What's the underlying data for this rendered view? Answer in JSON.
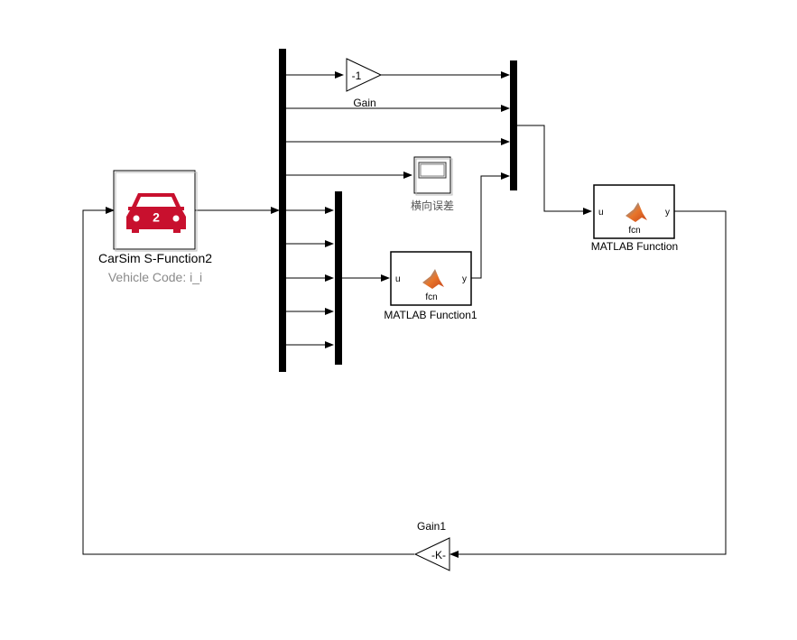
{
  "blocks": {
    "carsim": {
      "name": "CarSim S-Function2",
      "subtitle": "Vehicle Code: i_i",
      "badge": "2",
      "icon": "car-icon",
      "color": "#c8102e"
    },
    "gain": {
      "name": "Gain",
      "value": "-1"
    },
    "gain1": {
      "name": "Gain1",
      "value": "-K-"
    },
    "scope": {
      "name": "横向误差",
      "icon": "scope-icon"
    },
    "matlab_fn1": {
      "name": "MATLAB Function1",
      "label": "fcn",
      "in_port": "u",
      "out_port": "y",
      "icon": "matlab-logo-icon"
    },
    "matlab_fn": {
      "name": "MATLAB Function",
      "label": "fcn",
      "in_port": "u",
      "out_port": "y",
      "icon": "matlab-logo-icon"
    }
  }
}
